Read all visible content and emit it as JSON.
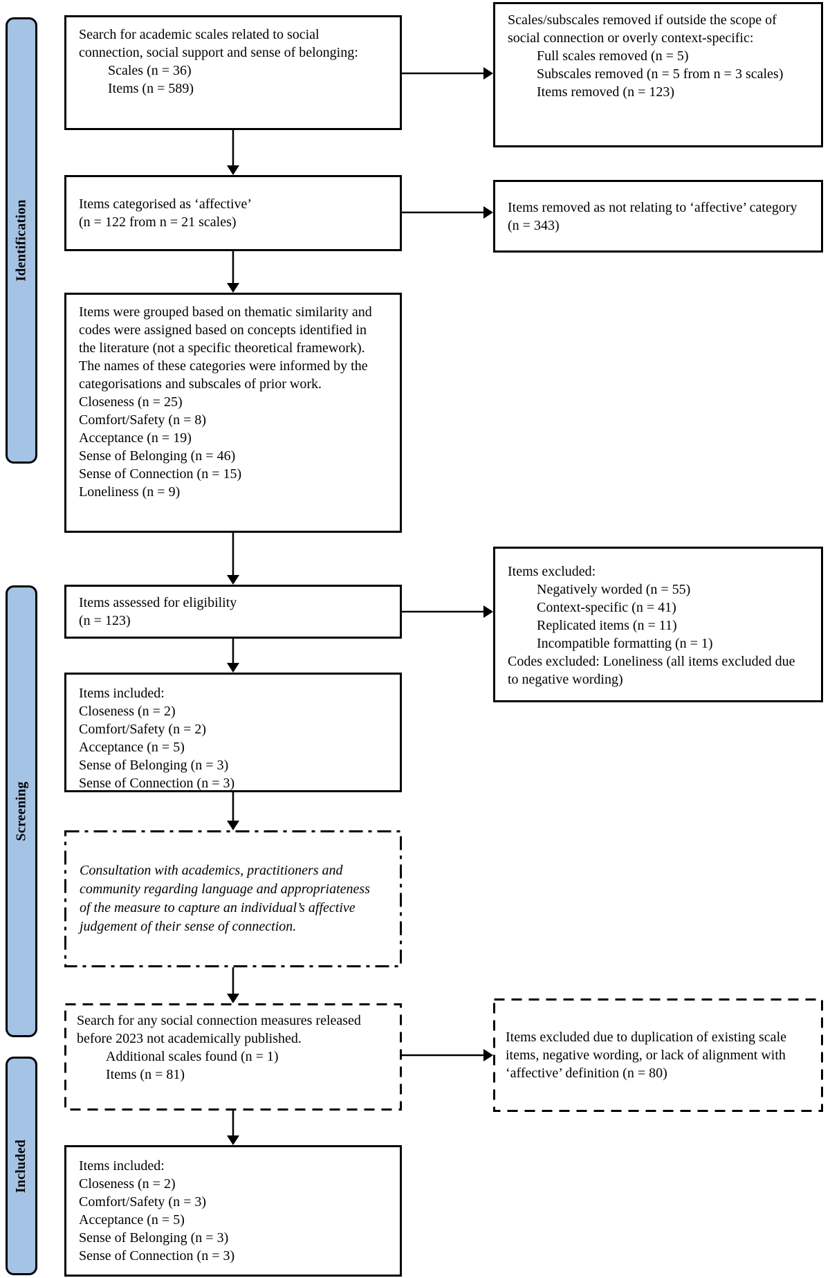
{
  "figure": {
    "type": "prisma-flow-diagram",
    "colors": {
      "stage_fill": "#a5c3e5",
      "line": "#000000",
      "background": "#ffffff"
    }
  },
  "sidebar": {
    "labels": [
      "Identification",
      "Screening",
      "Included"
    ]
  },
  "boxes": {
    "search_academic_scales": [
      "Search for academic scales related to social connection, social support and sense of belonging:",
      "Scales (n = 36)",
      "Items (n = 589)"
    ],
    "scales_subscales_removed": [
      "Scales/subscales removed if outside the scope of social connection or overly context-specific:",
      "Full scales removed (n = 5)",
      "Subscales removed (n = 5 from n = 3 scales)",
      "Items removed (n = 123)"
    ],
    "items_categorised_affective": [
      "Items categorised as ‘affective’",
      "(n = 122 from n = 21 scales)"
    ],
    "items_removed_not_affective": [
      "Items removed as not relating to ‘affective’ category (n = 343)"
    ],
    "items_grouped_thematic": [
      "Items were grouped based on thematic similarity and codes were assigned based on concepts identified in the literature (not a specific theoretical framework). The names of these categories were informed by the categorisations and subscales of prior work.",
      "Closeness (n = 25)",
      "Comfort/Safety (n = 8)",
      "Acceptance (n = 19)",
      "Sense of Belonging (n = 46)",
      "Sense of Connection (n = 15)",
      "Loneliness (n = 9)"
    ],
    "items_assessed_eligibility": [
      "Items assessed for eligibility",
      "(n = 123)"
    ],
    "items_excluded_eligibility": [
      "Items excluded:",
      "Negatively worded (n = 55)",
      "Context-specific (n = 41)",
      "Replicated items (n = 11)",
      "Incompatible formatting (n = 1)",
      "Codes excluded: Loneliness (all items excluded due to negative wording)"
    ],
    "items_included_screening": [
      "Items included:",
      "Closeness (n = 2)",
      "Comfort/Safety (n = 2)",
      "Acceptance (n = 5)",
      "Sense of Belonging (n = 3)",
      "Sense of Connection (n = 3)"
    ],
    "consultation": [
      "Consultation with academics, practitioners and community regarding language and appropriateness of the measure to capture an individual’s affective judgement of their sense of connection."
    ],
    "search_grey_literature": [
      "Search for any social connection measures released before 2023 not academically published.",
      "Additional scales found (n = 1)",
      "Items (n = 81)"
    ],
    "items_excluded_duplication": [
      "Items excluded due to duplication of existing scale items, negative wording, or lack of alignment with ‘affective’ definition (n = 80)"
    ],
    "items_included_final": [
      "Items included:",
      "Closeness (n = 2)",
      "Comfort/Safety (n = 3)",
      "Acceptance (n = 5)",
      "Sense of Belonging (n = 3)",
      "Sense of Connection (n = 3)"
    ]
  }
}
